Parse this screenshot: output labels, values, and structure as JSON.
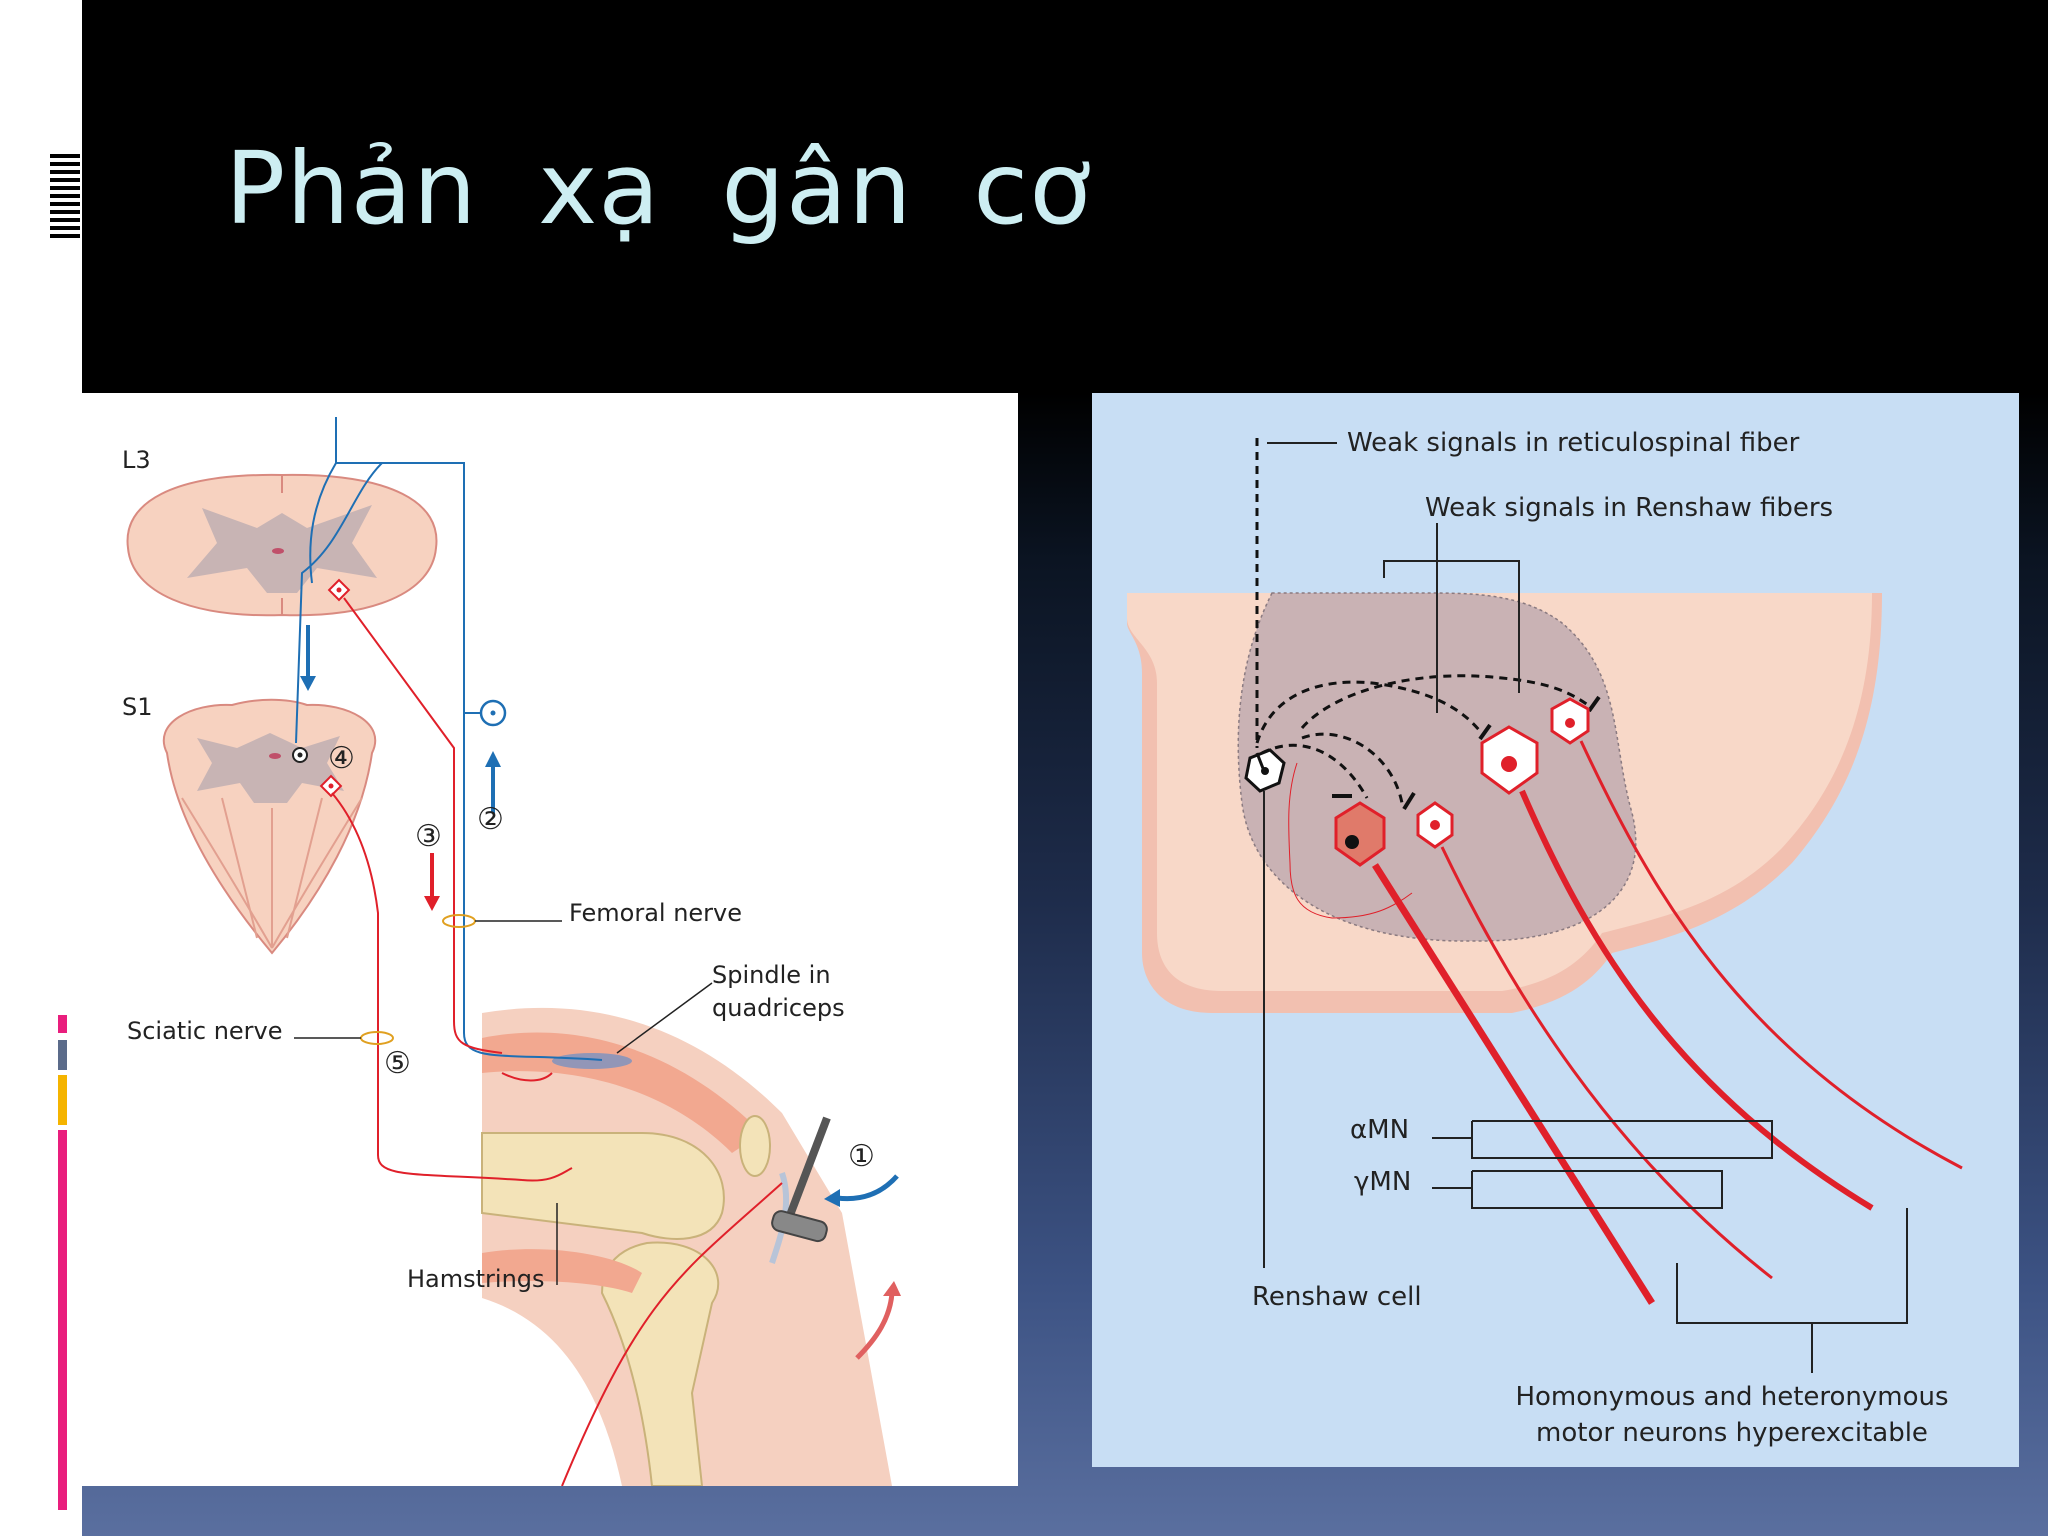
{
  "slide": {
    "title": "Phản xạ gân cơ"
  },
  "left_diagram": {
    "labels": {
      "l3": "L3",
      "s1": "S1",
      "femoral_nerve": "Femoral nerve",
      "spindle_line1": "Spindle in",
      "spindle_line2": "quadriceps",
      "sciatic_nerve": "Sciatic nerve",
      "hamstrings": "Hamstrings"
    },
    "step_markers": [
      "①",
      "②",
      "③",
      "④",
      "⑤"
    ]
  },
  "right_diagram": {
    "labels": {
      "reticulospinal": "Weak signals in reticulospinal fiber",
      "renshaw_fibers": "Weak signals in Renshaw fibers",
      "alpha_mn": "αMN",
      "gamma_mn": "γMN",
      "renshaw_cell": "Renshaw cell",
      "hyper_line1": "Homonymous and heteronymous",
      "hyper_line2": "motor neurons hyperexcitable"
    }
  },
  "colors": {
    "title_text": "#cdeef2",
    "nerve_blue": "#1e6fb4",
    "nerve_red": "#e0202a",
    "cord_pink": "#f7d2c0",
    "gray_matter": "#c8b4b4",
    "panel_blue": "#c8def4"
  }
}
